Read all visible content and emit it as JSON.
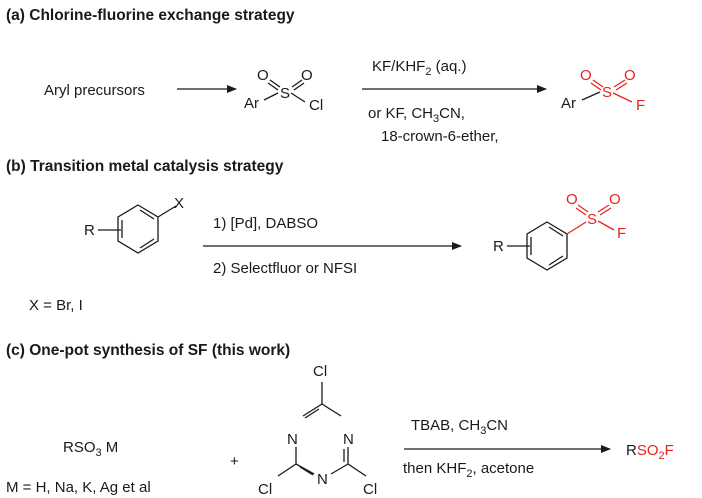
{
  "section_a": {
    "title": "(a) Chlorine-fluorine exchange strategy",
    "start": "Aryl precursors",
    "cond_top_a": "KF/KHF",
    "cond_top_sub": "2",
    "cond_top_b": " (aq.)",
    "cond_bot1_a": "or KF, CH",
    "cond_bot1_sub": "3",
    "cond_bot1_b": "CN,",
    "cond_bot2": "18-crown-6-ether,",
    "ar": "Ar",
    "s": "S",
    "o": "O",
    "cl": "Cl",
    "f": "F"
  },
  "section_b": {
    "title": "(b) Transition metal catalysis strategy",
    "r": "R",
    "x": "X",
    "step1": "1) [Pd], DABSO",
    "step2": "2) Selectfluor or NFSI",
    "xnote": "X =  Br, I",
    "s": "S",
    "o": "O",
    "f": "F"
  },
  "section_c": {
    "title": "(c) One-pot synthesis of SF (this work)",
    "reagent_a": "RSO",
    "reagent_sub": "3",
    "reagent_b": " M",
    "plus": "+",
    "mnote": "M = H, Na, K, Ag et al",
    "cl": "Cl",
    "n": "N",
    "cond_top_a": "TBAB, CH",
    "cond_top_sub": "3",
    "cond_top_b": "CN",
    "cond_bot_a": "then KHF",
    "cond_bot_sub": "2",
    "cond_bot_b": ", acetone",
    "prod_r": "R",
    "prod_so": "SO",
    "prod_sub": "2",
    "prod_f": "F"
  }
}
